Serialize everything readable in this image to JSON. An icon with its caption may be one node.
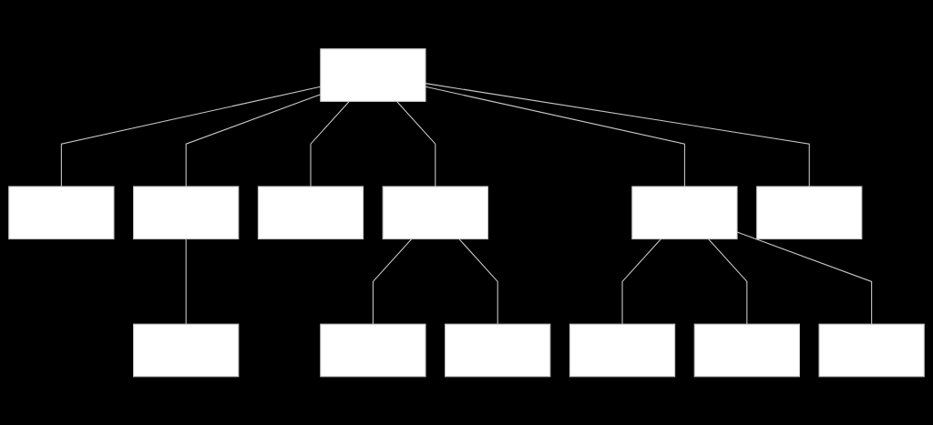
{
  "diagram": {
    "nodes": [
      {
        "text": [],
        "shape": "box"
      },
      {
        "text": [],
        "shape": "box"
      },
      {
        "text": [],
        "shape": "box"
      },
      {
        "text": [],
        "shape": "box"
      },
      {
        "text": [],
        "shape": "box"
      },
      {
        "text": [],
        "shape": "box"
      },
      {
        "text": [],
        "shape": "box"
      },
      {
        "text": [],
        "shape": "box"
      },
      {
        "text": [],
        "shape": "box"
      },
      {
        "text": [],
        "shape": "box"
      },
      {
        "text": [],
        "shape": "box"
      },
      {
        "text": [],
        "shape": "box"
      },
      {
        "text": [],
        "shape": "box"
      }
    ],
    "edges": [
      {
        "from": 0,
        "to": 1,
        "arrow": "none"
      },
      {
        "from": 0,
        "to": 2,
        "arrow": "none"
      },
      {
        "from": 0,
        "to": 3,
        "arrow": "none"
      },
      {
        "from": 0,
        "to": 4,
        "arrow": "none"
      },
      {
        "from": 0,
        "to": 5,
        "arrow": "none"
      },
      {
        "from": 0,
        "to": 6,
        "arrow": "none"
      },
      {
        "from": 2,
        "to": 7,
        "arrow": "none"
      },
      {
        "from": 4,
        "to": 8,
        "arrow": "none"
      },
      {
        "from": 4,
        "to": 9,
        "arrow": "none"
      },
      {
        "from": 5,
        "to": 10,
        "arrow": "none"
      },
      {
        "from": 5,
        "to": 11,
        "arrow": "none"
      },
      {
        "from": 5,
        "to": 12,
        "arrow": "none"
      }
    ]
  }
}
